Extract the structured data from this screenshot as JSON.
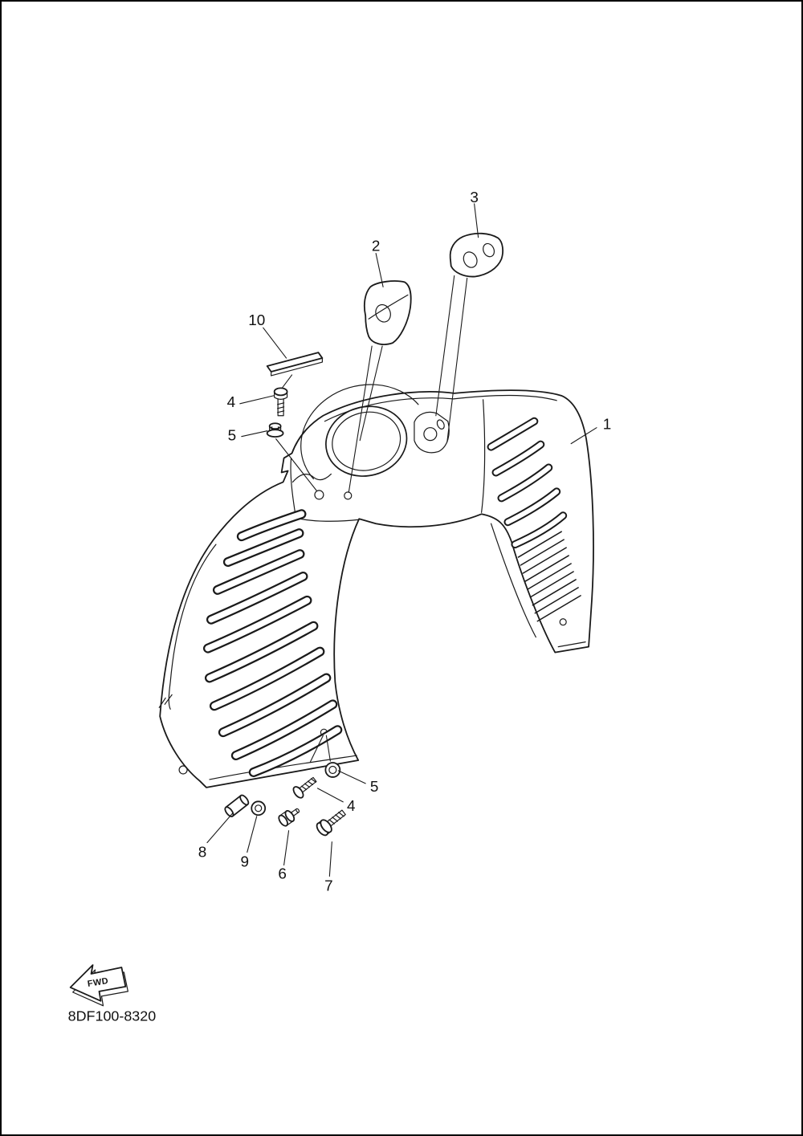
{
  "page": {
    "code": "8DF100-8320",
    "fwd_label": "FWD"
  },
  "style": {
    "background": "#ffffff",
    "line_color": "#1a1a1a"
  },
  "callouts": {
    "c1": "1",
    "c2": "2",
    "c3": "3",
    "c4": "4",
    "c5": "5",
    "c6": "6",
    "c7": "7",
    "c8": "8",
    "c9": "9",
    "c10": "10"
  }
}
